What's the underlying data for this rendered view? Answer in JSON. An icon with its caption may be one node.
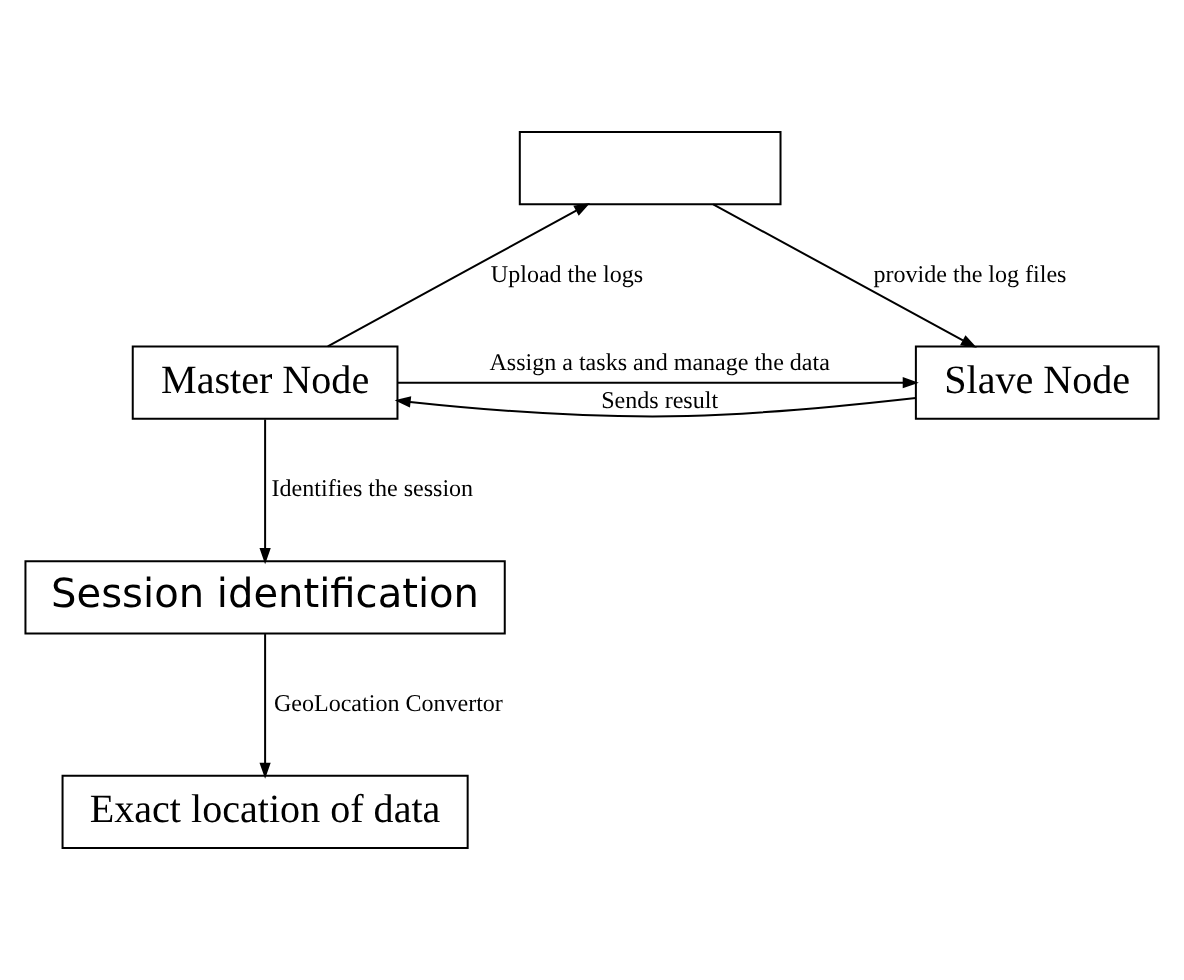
{
  "diagram": {
    "nodes": [
      {
        "text": [],
        "shape": "box"
      },
      {
        "text": [
          "Master Node"
        ]
      },
      {
        "text": [
          "Slave Node"
        ]
      },
      {
        "text": [
          "Session identification"
        ]
      },
      {
        "text": [
          "Exact location of data"
        ]
      }
    ],
    "edges": [
      {
        "from": 1,
        "to": 0,
        "arrow": "to",
        "label": "Upload the logs"
      },
      {
        "from": 0,
        "to": 2,
        "arrow": "to",
        "label": "provide the log files"
      },
      {
        "from": 1,
        "to": 2,
        "arrow": "to",
        "label": "Assign a tasks and manage the data"
      },
      {
        "from": 2,
        "to": 1,
        "arrow": "to",
        "label": "Sends result"
      },
      {
        "from": 1,
        "to": 3,
        "arrow": "to",
        "label": "Identifies the session"
      },
      {
        "from": 3,
        "to": 4,
        "arrow": "to",
        "label": "GeoLocation Convertor"
      }
    ]
  }
}
